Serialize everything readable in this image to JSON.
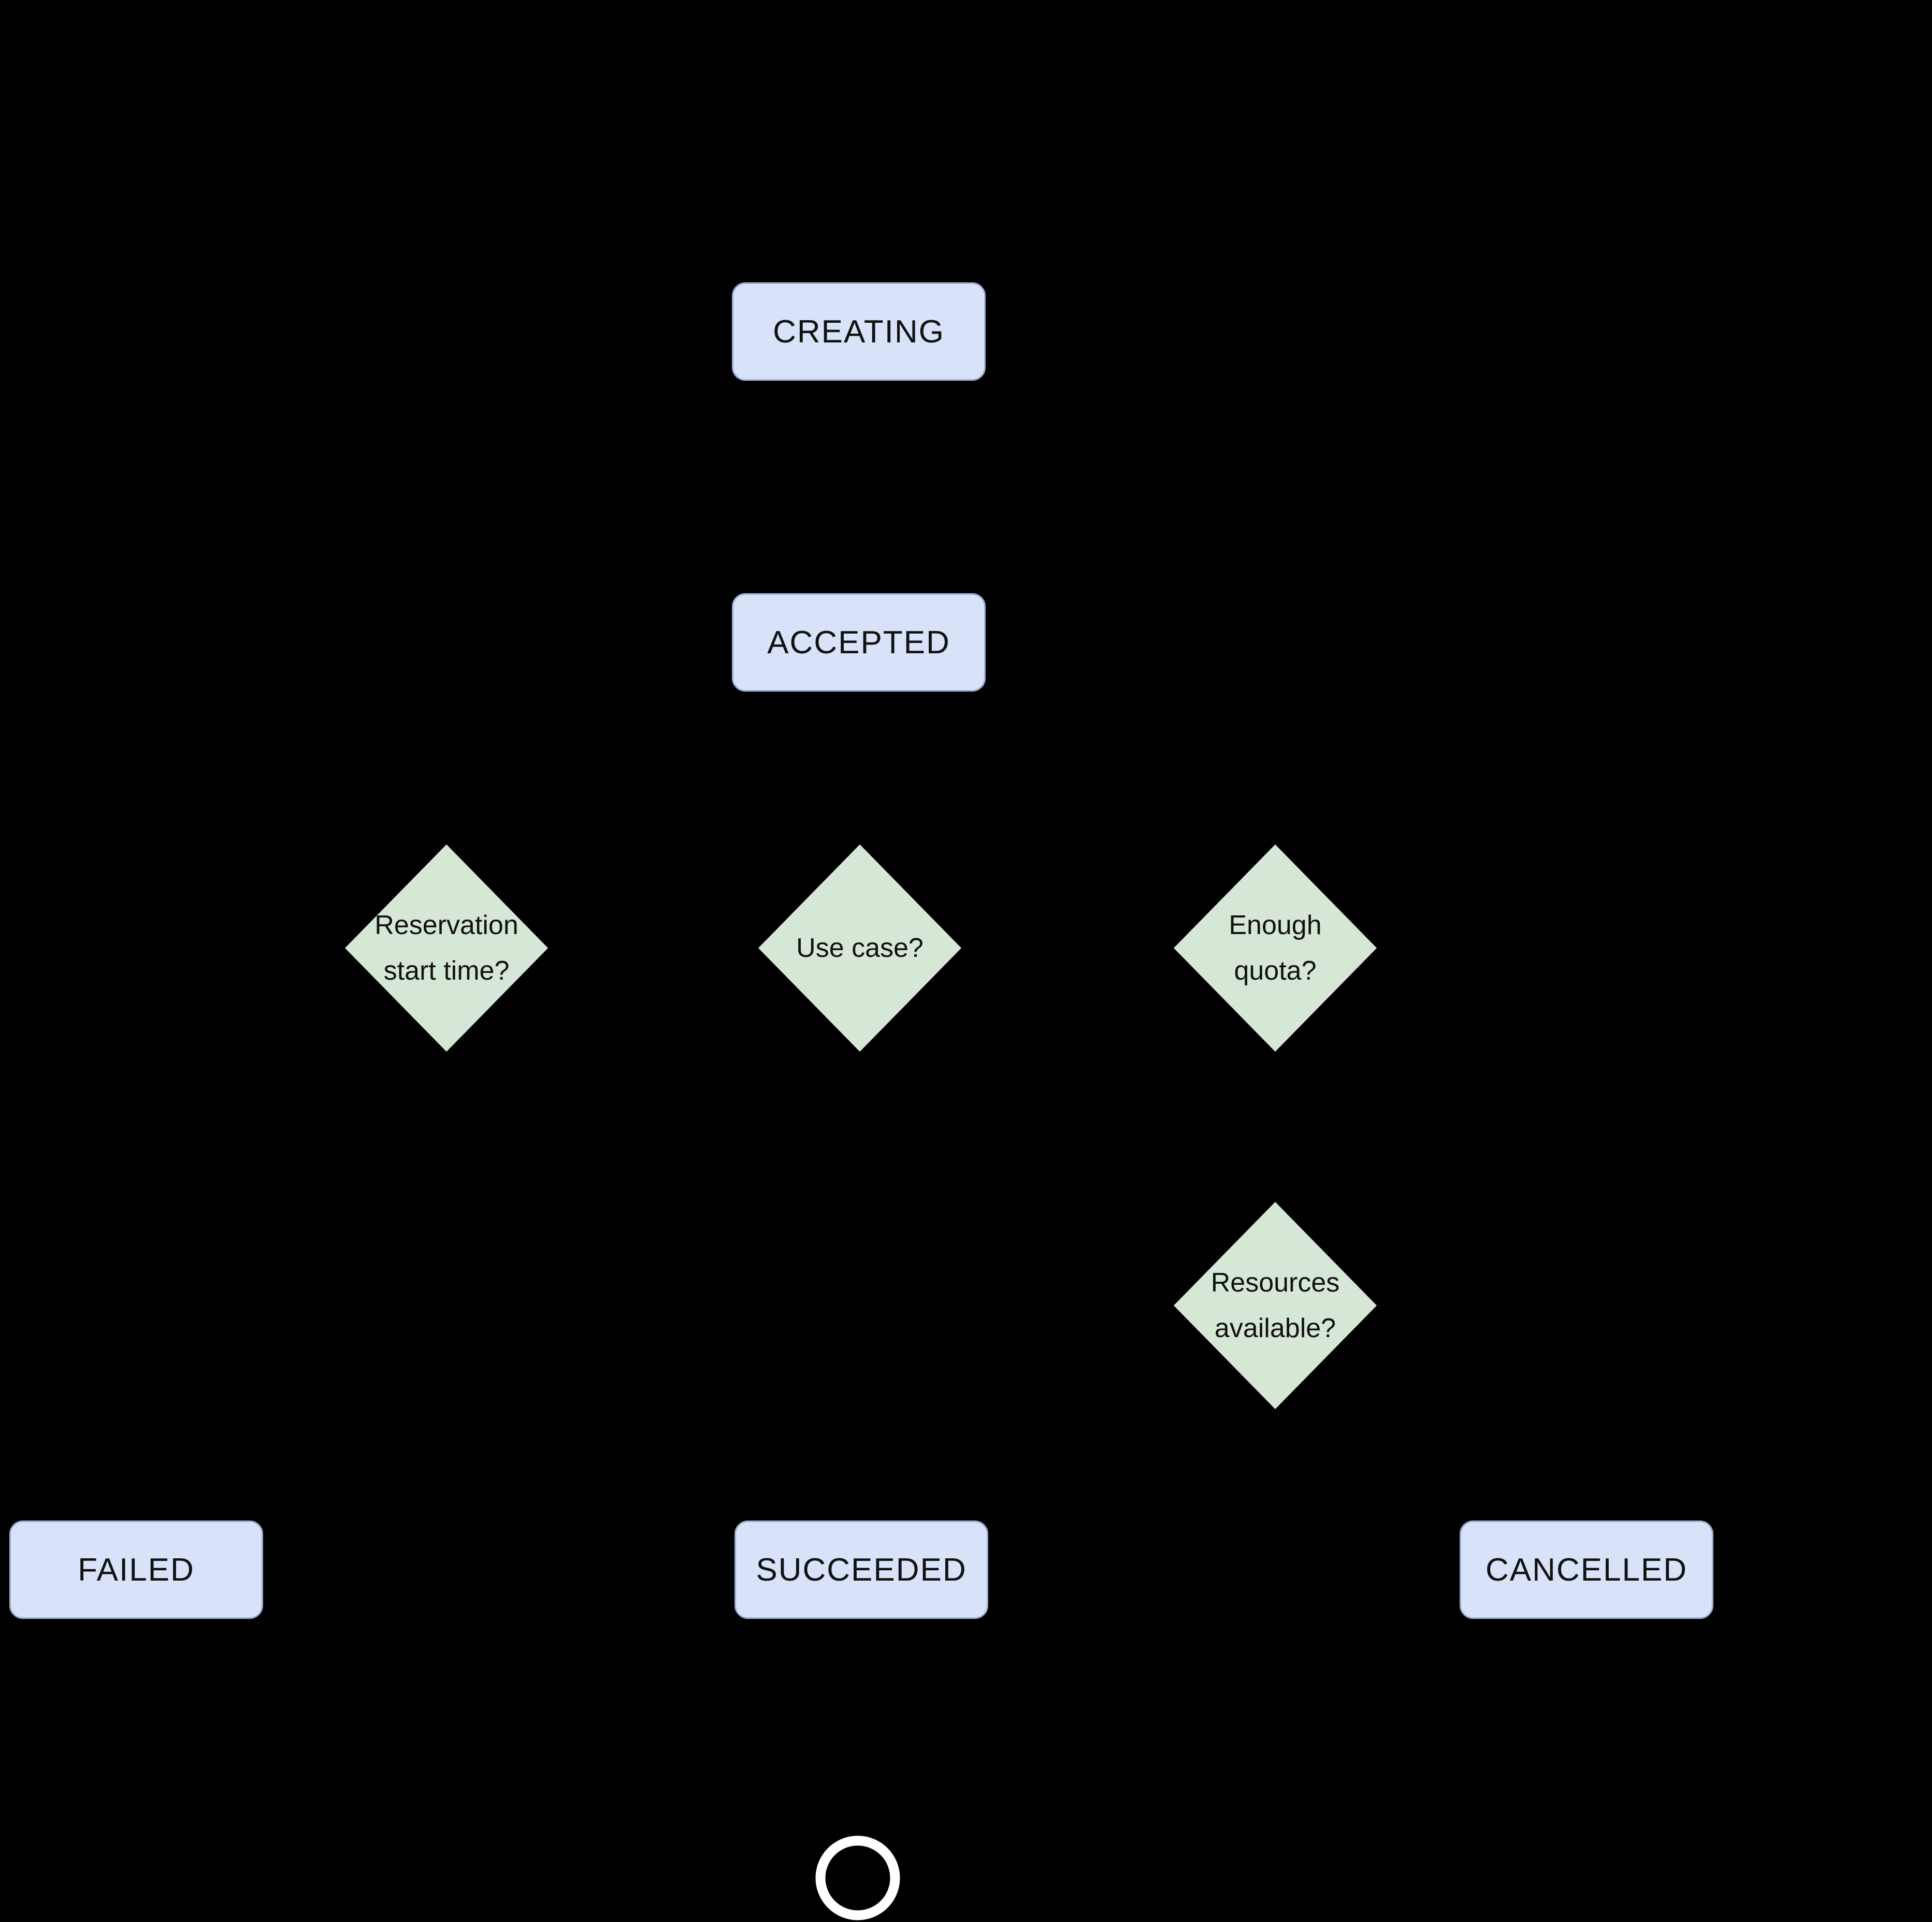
{
  "diagram": {
    "type": "state-flowchart",
    "background_color": "#000000"
  },
  "colors": {
    "state_fill": "#d8e2f8",
    "state_border": "#9aadd0",
    "decision_fill": "#d6e7d5",
    "text": "#111111",
    "terminator": "#ffffff",
    "bg": "#000000"
  },
  "nodes": {
    "creating": {
      "label": "CREATING"
    },
    "accepted": {
      "label": "ACCEPTED"
    },
    "reservation_start": {
      "line1": "Reservation",
      "line2": "start time?"
    },
    "use_case": {
      "line1": "Use case?",
      "line2": ""
    },
    "enough_quota": {
      "line1": "Enough",
      "line2": "quota?"
    },
    "resources_available": {
      "line1": "Resources",
      "line2": "available?"
    },
    "failed": {
      "label": "FAILED"
    },
    "succeeded": {
      "label": "SUCCEEDED"
    },
    "cancelled": {
      "label": "CANCELLED"
    }
  },
  "icons": {
    "end_state": "end-state-circle"
  }
}
